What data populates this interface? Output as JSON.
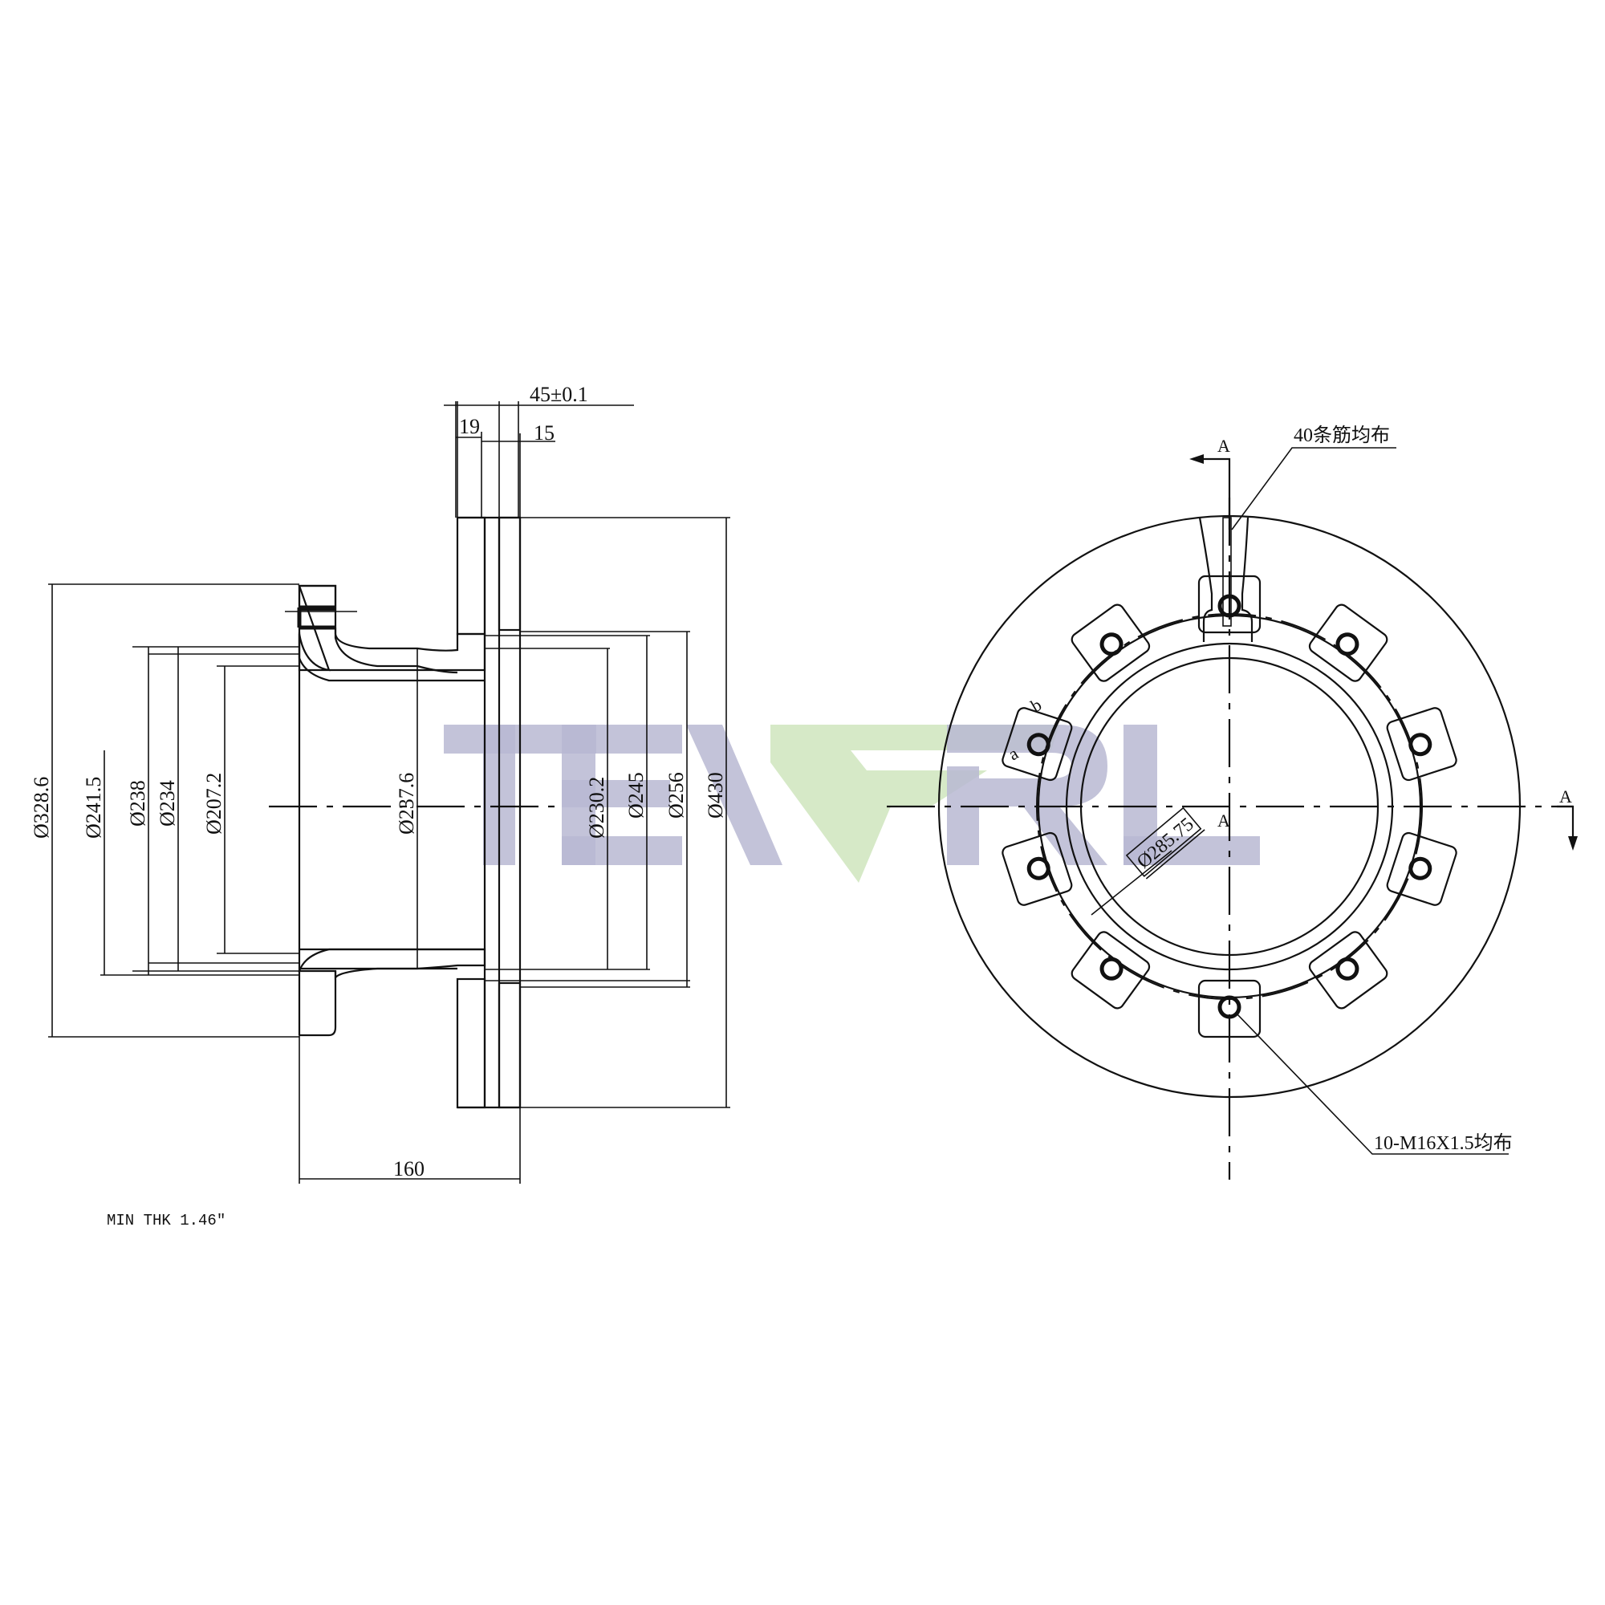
{
  "drawing": {
    "title": "Brake disc technical drawing",
    "watermark": {
      "text": "TEVERL",
      "colors": {
        "letters": "#b9b9d2",
        "emblem": "#d4e8c4"
      }
    },
    "side_view": {
      "top_dims": {
        "overall_thickness": "45±0.1",
        "plate_1": "19",
        "plate_2": "15"
      },
      "diameters_left": [
        "Ø328.6",
        "Ø241.5",
        "Ø238",
        "Ø234",
        "Ø207.2"
      ],
      "diameters_middle": [
        "Ø237.6"
      ],
      "diameters_right": [
        "Ø230.2",
        "Ø245",
        "Ø256",
        "Ø430"
      ],
      "bottom_dim": "160",
      "note": "MIN THK 1.46\""
    },
    "front_view": {
      "section_label": "A",
      "section_marks": [
        "A",
        "A",
        "A"
      ],
      "pitch_circle": "Ø285.75",
      "rib_note": "40条筋均布",
      "bolt_note": "10-M16X1.5均布",
      "detail_labels": [
        "b",
        "a"
      ],
      "bolt_hole_count": 10
    }
  }
}
